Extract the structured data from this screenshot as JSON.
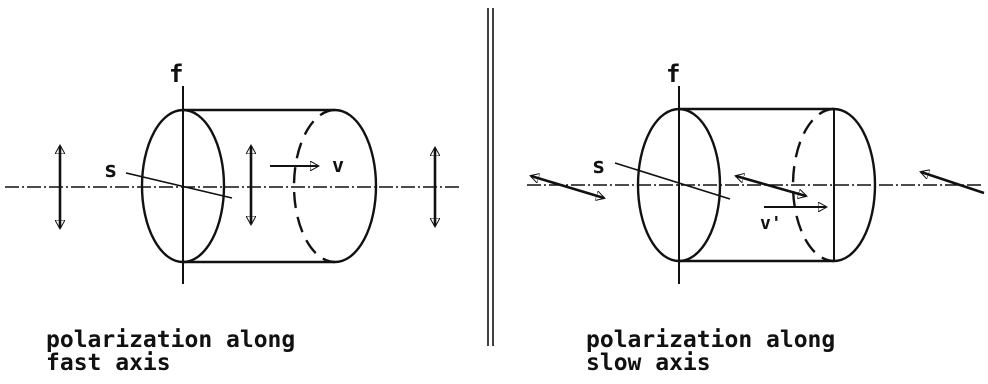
{
  "left_panel": {
    "fast_axis_label": "f",
    "slow_axis_label": "s",
    "velocity_label": "v",
    "caption_line1": "polarization along",
    "caption_line2": "fast axis"
  },
  "right_panel": {
    "fast_axis_label": "f",
    "slow_axis_label": "s",
    "velocity_label": "v'",
    "caption_line1": "polarization along",
    "caption_line2": "slow axis"
  }
}
